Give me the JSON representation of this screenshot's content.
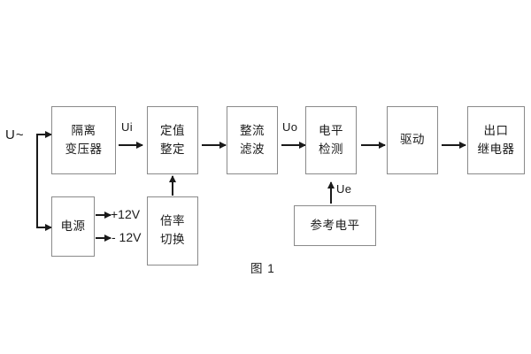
{
  "figure": {
    "caption": "图 1",
    "input_label": "U~",
    "colors": {
      "background": "#ffffff",
      "box_border": "#8a8a8a",
      "text": "#1a1a1a",
      "arrow": "#1a1a1a"
    }
  },
  "blocks": {
    "isolation_transformer": {
      "line1": "隔离",
      "line2": "变压器"
    },
    "setting_value": {
      "line1": "定值",
      "line2": "整定"
    },
    "rectifier_filter": {
      "line1": "整流",
      "line2": "滤波"
    },
    "level_detect": {
      "line1": "电平",
      "line2": "检测"
    },
    "drive": {
      "line1": "驱动"
    },
    "output_relay": {
      "line1": "出口",
      "line2": "继电器"
    },
    "power_supply": {
      "line1": "电源"
    },
    "multiplier_switch": {
      "line1": "倍率",
      "line2": "切换"
    },
    "reference_level": {
      "line1": "参考电平"
    }
  },
  "signal_labels": {
    "ui": "Ui",
    "uo": "Uo",
    "ue": "Ue",
    "pos_12v": "+12V",
    "neg_12v": "- 12V"
  }
}
